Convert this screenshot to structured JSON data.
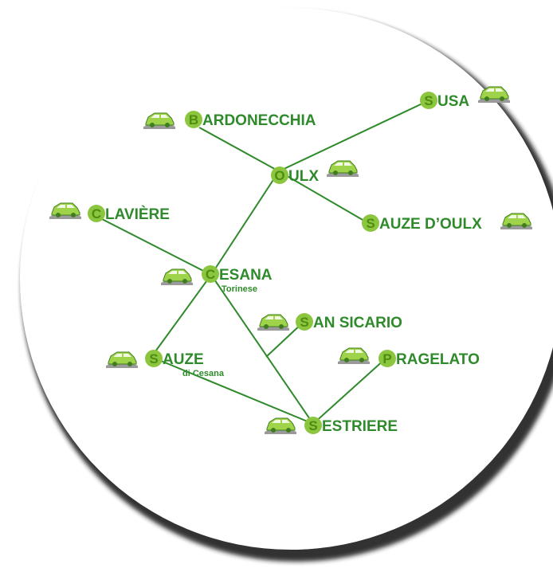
{
  "colors": {
    "route": "#2e8a2a",
    "label": "#2e8a2a",
    "dot": "#8cc63f",
    "initial": "#4f8d12",
    "car": "#9fd34a",
    "road": "#9a9a9a",
    "disc": "#ffffff",
    "shadow": "#2a2a2a"
  },
  "icon": "car-on-road-icon",
  "towns": [
    {
      "id": "bardonecchia",
      "initial": "B",
      "label": "ARDONECCHIA",
      "sub": "",
      "car": "left"
    },
    {
      "id": "susa",
      "initial": "S",
      "label": "USA",
      "sub": "",
      "car": "right"
    },
    {
      "id": "oulx",
      "initial": "O",
      "label": "ULX",
      "sub": "",
      "car": "right"
    },
    {
      "id": "claviere",
      "initial": "C",
      "label": "LAVIÈRE",
      "sub": "",
      "car": "left"
    },
    {
      "id": "sauze-doulx",
      "initial": "S",
      "label": "AUZE D’OULX",
      "sub": "",
      "car": "right"
    },
    {
      "id": "cesana",
      "initial": "C",
      "label": "ESANA",
      "sub": "Torinese",
      "car": "left"
    },
    {
      "id": "san-sicario",
      "initial": "S",
      "label": "AN SICARIO",
      "sub": "",
      "car": "left"
    },
    {
      "id": "sauze-cesana",
      "initial": "S",
      "label": "AUZE",
      "sub": "di Cesana",
      "car": "left"
    },
    {
      "id": "pragelato",
      "initial": "P",
      "label": "RAGELATO",
      "sub": "",
      "car": "left"
    },
    {
      "id": "sestriere",
      "initial": "S",
      "label": "ESTRIERE",
      "sub": "",
      "car": "left"
    }
  ],
  "routes": [
    [
      "bardonecchia",
      "oulx"
    ],
    [
      "oulx",
      "susa"
    ],
    [
      "oulx",
      "sauze-doulx"
    ],
    [
      "oulx",
      "cesana"
    ],
    [
      "claviere",
      "cesana"
    ],
    [
      "cesana",
      "sauze-cesana"
    ],
    [
      "cesana",
      "sestriere"
    ],
    [
      "san-sicario",
      "sestriere-branch"
    ],
    [
      "sauze-cesana",
      "sestriere"
    ],
    [
      "pragelato",
      "sestriere"
    ]
  ]
}
